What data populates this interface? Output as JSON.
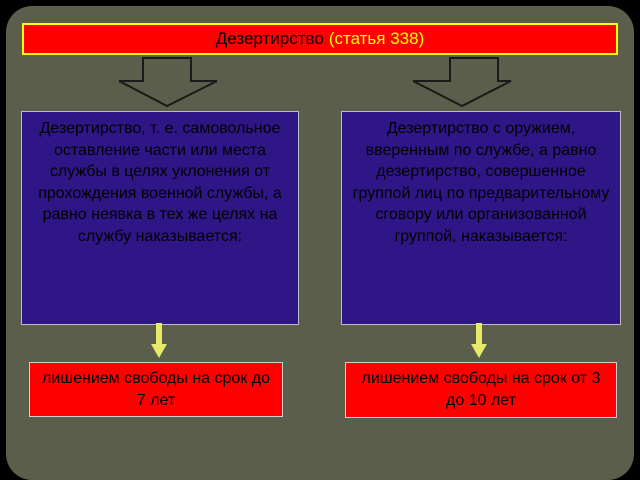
{
  "title": {
    "main": "Дезертирство",
    "article": "(статья 338)"
  },
  "boxes": {
    "left": "Дезертирство, т. е. самовольное оставление части или места службы в целях уклонения от прохождения военной службы, а равно неявка в тех же целях на службу наказывается:",
    "right": "Дезертирство с оружием, вверенным по службе, а равно дезертирство, совершенное группой лиц по предварительному сговору или организованной группой, наказывается:"
  },
  "results": {
    "left": "лишением свободы на срок до 7 лет",
    "right": "лишением свободы на срок от 3 до 10 лет"
  },
  "colors": {
    "background": "#5c5e4c",
    "title_fill": "#ff0000",
    "title_border": "#ffff00",
    "box_fill": "#2f1686",
    "result_fill": "#ff0000",
    "connector": "#e6ec6a",
    "arrow_fill": "#5c5e4c"
  }
}
